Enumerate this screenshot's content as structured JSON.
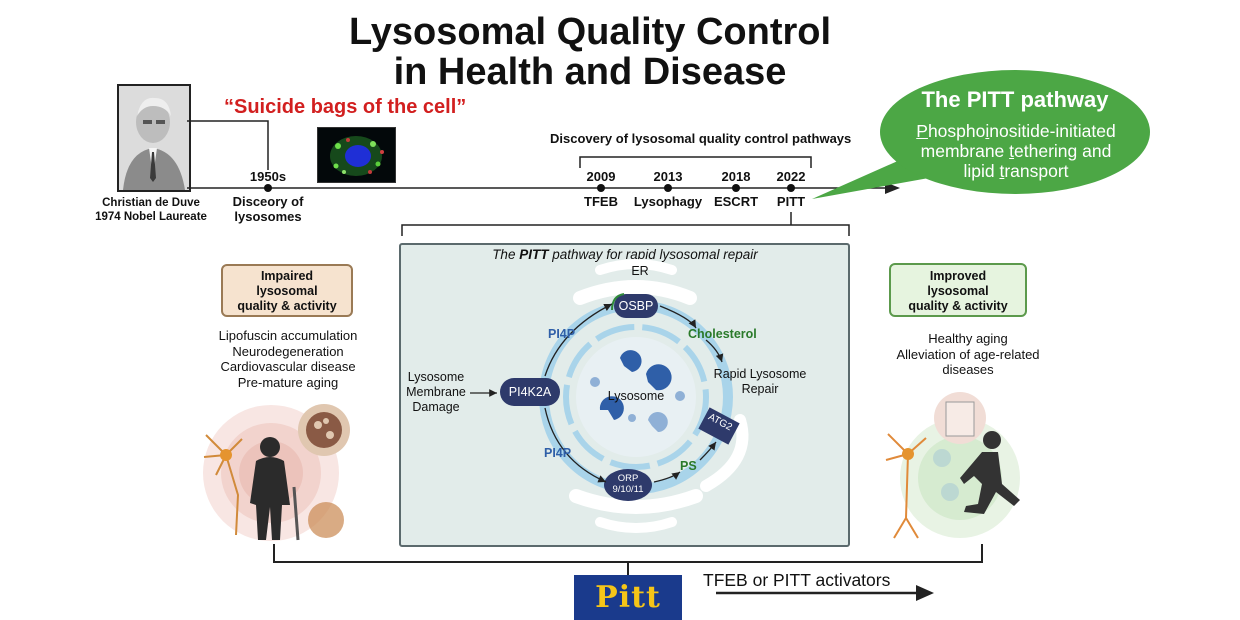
{
  "title": {
    "line1": "Lysosomal Quality Control",
    "line2": "in Health and Disease"
  },
  "header": {
    "quote": "“Suicide bags of the cell”",
    "portrait_caption_line1": "Christian de Duve",
    "portrait_caption_line2": "1974 Nobel Laureate"
  },
  "timeline": {
    "first_year": "1950s",
    "first_label_line1": "Disceory of",
    "first_label_line2": "lysosomes",
    "bracket_label": "Discovery of lysosomal quality control pathways",
    "events": [
      {
        "year": "2009",
        "label": "TFEB"
      },
      {
        "year": "2013",
        "label": "Lysophagy"
      },
      {
        "year": "2018",
        "label": "ESCRT"
      },
      {
        "year": "2022",
        "label": "PITT"
      }
    ]
  },
  "bubble": {
    "title": "The PITT pathway",
    "line1_underlined": "P",
    "line1_a": "hospho",
    "line1_underlined2": "i",
    "line1_b": "nositide-initiated",
    "line2_a": "membrane ",
    "line2_underlined": "t",
    "line2_b": "ethering and",
    "line3_a": "lipid ",
    "line3_underlined": "t",
    "line3_b": "ransport",
    "color": "#4ca745"
  },
  "left_box": {
    "line1": "Impaired",
    "line2": "lysosomal",
    "line3": "quality & activity",
    "items": [
      "Lipofuscin accumulation",
      "Neurodegeneration",
      "Cardiovascular disease",
      "Pre-mature aging"
    ]
  },
  "right_box": {
    "line1": "Improved",
    "line2": "lysosomal",
    "line3": "quality & activity",
    "items": [
      "Healthy aging",
      "Alleviation of age-related",
      "diseases"
    ]
  },
  "panel": {
    "title_a": "The ",
    "title_bold": "PITT",
    "title_b": " pathway for rapid lysosomal repair",
    "er": "ER",
    "osbp": "OSBP",
    "pi4p_top": "PI4P",
    "pi4p_bottom": "PI4P",
    "cholesterol": "Cholesterol",
    "ps": "PS",
    "pi4k2a": "PI4K2A",
    "damage_line1": "Lysosome",
    "damage_line2": "Membrane",
    "damage_line3": "Damage",
    "lysosome": "Lysosome",
    "repair_line1": "Rapid Lysosome",
    "repair_line2": "Repair",
    "atg2": "ATG2",
    "orp_line1": "ORP",
    "orp_line2": "9/10/11"
  },
  "footer": {
    "logo_text": "Pitt",
    "activators": "TFEB or PITT activators"
  }
}
